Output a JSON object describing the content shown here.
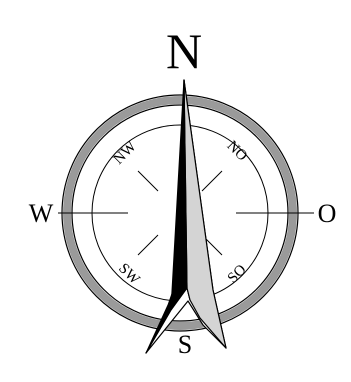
{
  "compass": {
    "labels": {
      "north": "N",
      "south": "S",
      "west": "W",
      "east": "O",
      "northwest": "NW",
      "northeast": "NO",
      "southwest": "SW",
      "southeast": "SO"
    },
    "colors": {
      "ring_gray": "#9a9a9a",
      "needle_dark": "#000000",
      "needle_light": "#d4d4d4",
      "line": "#000000",
      "background": "#ffffff"
    },
    "needle_heading": "north-north-east"
  }
}
